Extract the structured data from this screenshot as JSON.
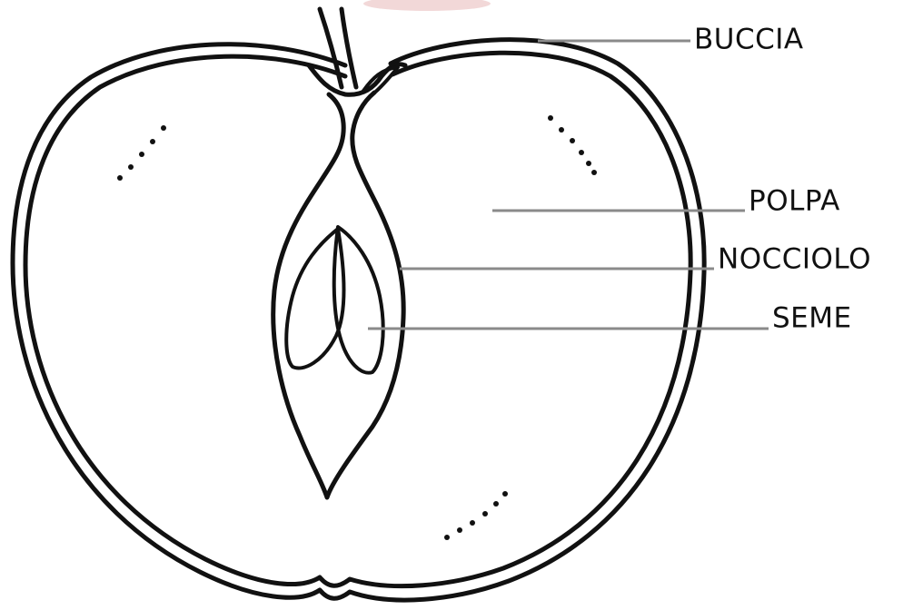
{
  "labels": {
    "skin": "BUCCIA",
    "pulp": "POLPA",
    "core": "NOCCIOLO",
    "seed": "SEME"
  },
  "colors": {
    "line": "#111111",
    "leader": "#8a8a8a",
    "blush": "#e8b8b8",
    "background": "#ffffff"
  }
}
